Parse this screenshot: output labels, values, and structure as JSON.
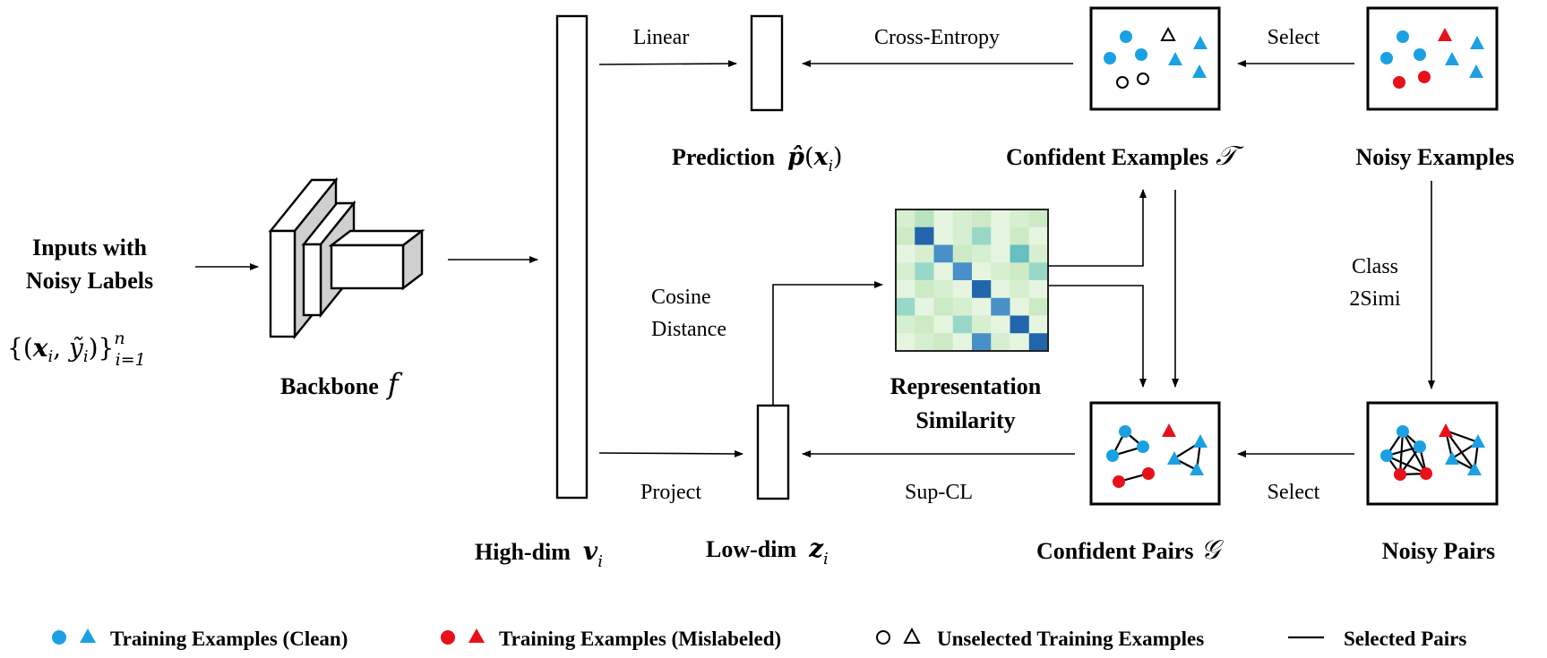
{
  "inputs": {
    "title_line1": "Inputs with",
    "title_line2": "Noisy Labels",
    "set_open": "{(",
    "set_x": "x",
    "set_i1": "i",
    "set_comma": ", ",
    "set_y": "ỹ",
    "set_i2": "i",
    "set_close": ")}",
    "set_sup": "n",
    "set_sub": "i=1"
  },
  "backbone": {
    "label": "Backbone",
    "symbol": "f"
  },
  "high_dim": {
    "label": "High-dim",
    "symbol": "v",
    "sub": "i"
  },
  "low_dim": {
    "label": "Low-dim",
    "symbol": "z",
    "sub": "i"
  },
  "prediction": {
    "label": "Prediction",
    "p": "p̂",
    "open": "(",
    "x": "x",
    "sub": "i",
    "close": ")"
  },
  "edges": {
    "linear": "Linear",
    "project": "Project",
    "cosine_line1": "Cosine",
    "cosine_line2": "Distance",
    "cross_entropy": "Cross-Entropy",
    "sup_cl": "Sup-CL",
    "select_top": "Select",
    "select_bottom": "Select",
    "class2simi_line1": "Class",
    "class2simi_line2": "2Simi"
  },
  "confident_examples": {
    "label": "Confident Examples",
    "symbol": "𝒯"
  },
  "noisy_examples": {
    "label": "Noisy Examples"
  },
  "confident_pairs": {
    "label": "Confident Pairs",
    "symbol": "𝒢"
  },
  "noisy_pairs": {
    "label": "Noisy Pairs"
  },
  "similarity": {
    "line1": "Representation",
    "line2": "Similarity"
  },
  "legend": {
    "clean": "Training Examples (Clean)",
    "mislabeled": "Training Examples (Mislabeled)",
    "unselected": "Unselected Training Examples",
    "pairs": "Selected Pairs"
  },
  "colors": {
    "clean": "#1ba1e2",
    "mislabeled": "#e8101a",
    "backbone_fill": "#d4d4d4"
  },
  "similarity_matrix_colors": [
    [
      "#d6efd0",
      "#b9e3be",
      "#e5f5e0",
      "#d6efd0",
      "#ccebc5",
      "#e5f5e0",
      "#d6efd0",
      "#ccebc5"
    ],
    [
      "#ccebc5",
      "#2166ac",
      "#e5f5e0",
      "#d6efd0",
      "#99d8c9",
      "#e5f5e0",
      "#ccebc5",
      "#e5f5e0"
    ],
    [
      "#e5f5e0",
      "#d6efd0",
      "#4a90c8",
      "#ccebc5",
      "#d6efd0",
      "#e5f5e0",
      "#66bfc0",
      "#d6efd0"
    ],
    [
      "#d6efd0",
      "#99d8c9",
      "#e5f5e0",
      "#4a90c8",
      "#e5f5e0",
      "#d6efd0",
      "#ccebc5",
      "#99d8c9"
    ],
    [
      "#e5f5e0",
      "#ccebc5",
      "#d6efd0",
      "#e5f5e0",
      "#2166ac",
      "#e5f5e0",
      "#d6efd0",
      "#e5f5e0"
    ],
    [
      "#99d8c9",
      "#e5f5e0",
      "#ccebc5",
      "#d6efd0",
      "#e5f5e0",
      "#4a90c8",
      "#e5f5e0",
      "#ccebc5"
    ],
    [
      "#d6efd0",
      "#ccebc5",
      "#e5f5e0",
      "#99d8c9",
      "#d6efd0",
      "#e5f5e0",
      "#2166ac",
      "#e5f5e0"
    ],
    [
      "#e5f5e0",
      "#d6efd0",
      "#ccebc5",
      "#e5f5e0",
      "#4a90c8",
      "#d6efd0",
      "#e5f5e0",
      "#2166ac"
    ]
  ]
}
